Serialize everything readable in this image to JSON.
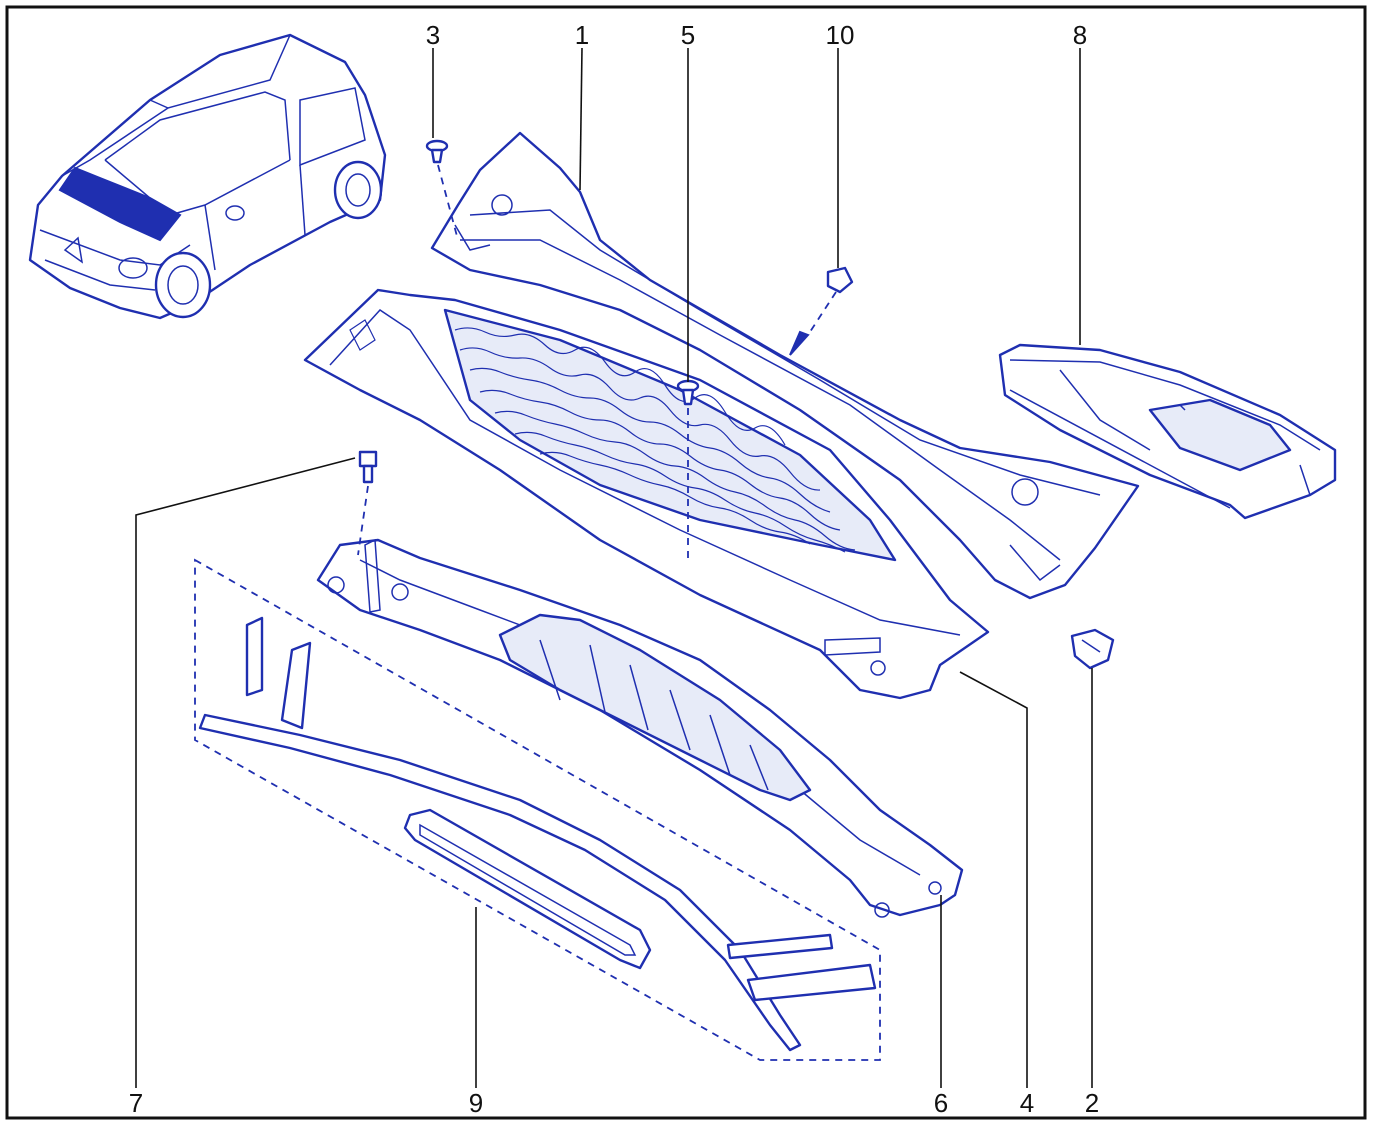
{
  "diagram": {
    "labels": {
      "p1": "1",
      "p2": "2",
      "p3": "3",
      "p4": "4",
      "p5": "5",
      "p6": "6",
      "p7": "7",
      "p8": "8",
      "p9": "9",
      "p10": "10"
    },
    "colors": {
      "line": "#1f2fb0",
      "shade": "#e7ebf8",
      "frame": "#111111"
    }
  }
}
